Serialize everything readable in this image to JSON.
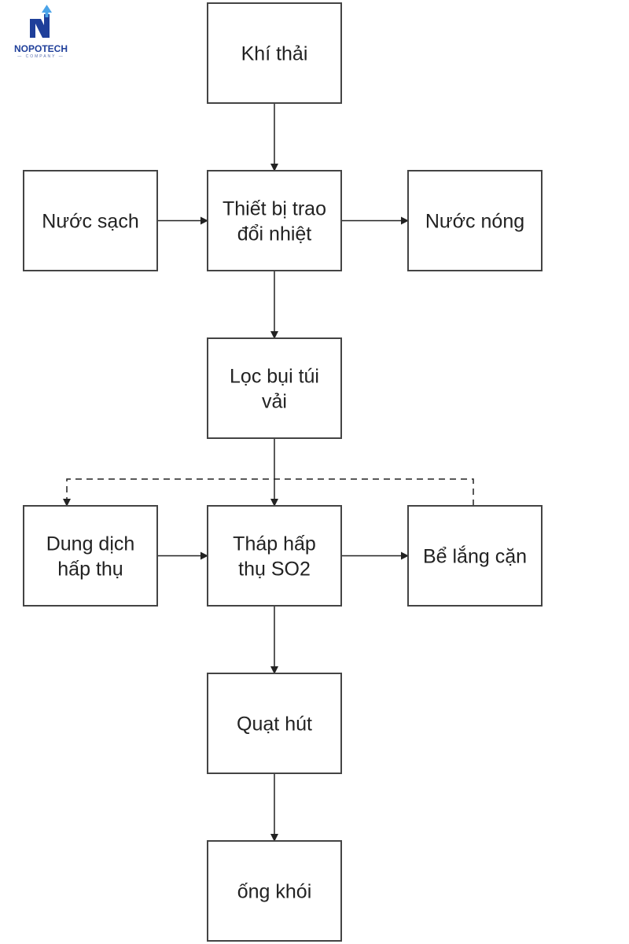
{
  "logo": {
    "name": "NOPOTECH",
    "subtitle": "— COMPANY —"
  },
  "nodes": {
    "khi_thai": [
      "Khí thải"
    ],
    "nuoc_sach": [
      "Nước sạch"
    ],
    "thiet_bi": [
      "Thiết bị trao",
      "đổi nhiệt"
    ],
    "nuoc_nong": [
      "Nước nóng"
    ],
    "loc_bui": [
      "Lọc bụi túi",
      "vải"
    ],
    "dung_dich": [
      "Dung dịch",
      "hấp thụ"
    ],
    "thap_hap_thu": [
      "Tháp hấp",
      "thụ SO2"
    ],
    "be_lang": [
      "Bể lắng cặn"
    ],
    "quat_hut": [
      "Quạt hút"
    ],
    "ong_khoi": [
      "ống khói"
    ]
  },
  "edges": [
    {
      "from": "khi_thai",
      "to": "thiet_bi",
      "style": "solid"
    },
    {
      "from": "nuoc_sach",
      "to": "thiet_bi",
      "style": "solid"
    },
    {
      "from": "thiet_bi",
      "to": "nuoc_nong",
      "style": "solid"
    },
    {
      "from": "thiet_bi",
      "to": "loc_bui",
      "style": "solid"
    },
    {
      "from": "loc_bui",
      "to": "thap_hap_thu",
      "style": "solid"
    },
    {
      "from": "dung_dich",
      "to": "thap_hap_thu",
      "style": "solid"
    },
    {
      "from": "thap_hap_thu",
      "to": "be_lang",
      "style": "solid"
    },
    {
      "from": "be_lang",
      "to": "dung_dich",
      "style": "dashed"
    },
    {
      "from": "thap_hap_thu",
      "to": "quat_hut",
      "style": "solid"
    },
    {
      "from": "quat_hut",
      "to": "ong_khoi",
      "style": "solid"
    }
  ],
  "colors": {
    "box_stroke": "#444444",
    "edge": "#222222",
    "logo": "#1f3f9a"
  }
}
